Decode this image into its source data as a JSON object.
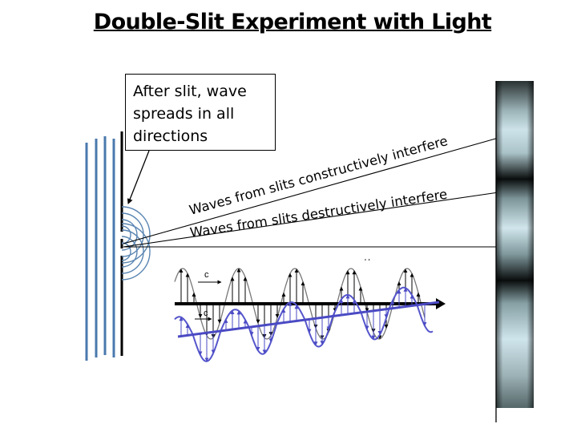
{
  "title": "Double-Slit Experiment with Light",
  "callout": "After slit, wave spreads in all directions",
  "rays": {
    "constructive_label": "Waves from slits constructively interfere",
    "destructive_label": "Waves from slits destructively interfere"
  },
  "wave_inset": {
    "speed_label_upper": "c",
    "speed_label_lower": "c"
  },
  "colors": {
    "incident_wave": "#4a79ad",
    "spreading_wave": "#5b86b3",
    "em_wave_b": "#5555cc",
    "screen_bright": "#cfe5ec",
    "screen_dark": "#0a0d0d"
  }
}
